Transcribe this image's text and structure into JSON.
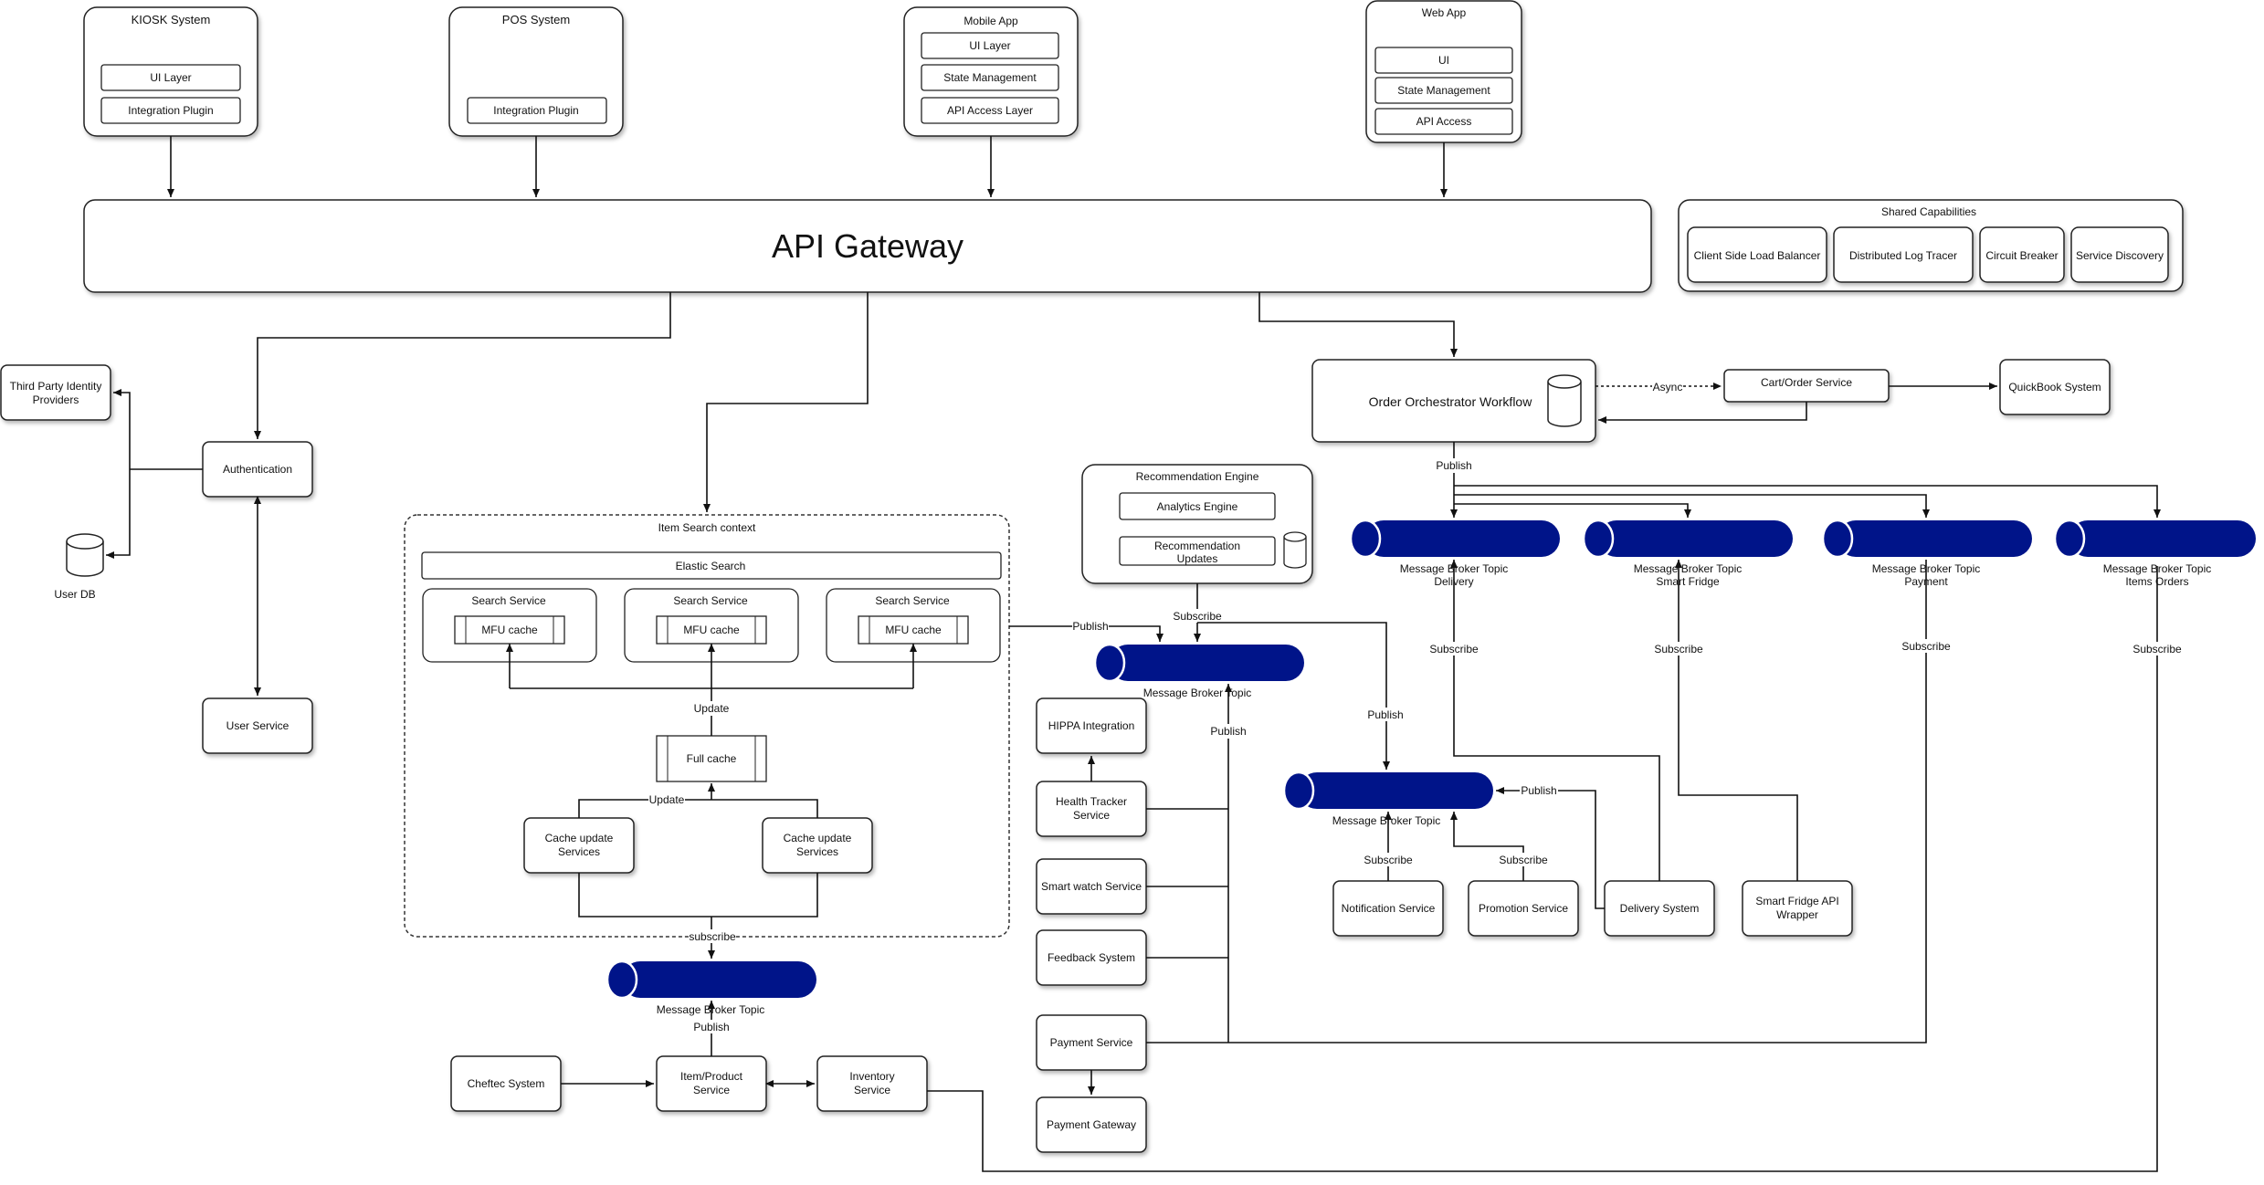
{
  "clients": {
    "kiosk": {
      "title": "KIOSK System",
      "items": [
        "UI Layer",
        "Integration Plugin"
      ]
    },
    "pos": {
      "title": "POS System",
      "items": [
        "Integration Plugin"
      ]
    },
    "mobile": {
      "title": "Mobile App",
      "items": [
        "UI Layer",
        "State Management",
        "API Access Layer"
      ]
    },
    "web": {
      "title": "Web App",
      "items": [
        "UI",
        "State Management",
        "API Access"
      ]
    }
  },
  "gateway": {
    "title": "API Gateway"
  },
  "shared": {
    "title": "Shared Capabilities",
    "items": [
      "Client Side Load Balancer",
      "Distributed Log Tracer",
      "Circuit Breaker",
      "Service Discovery"
    ]
  },
  "identity": {
    "third_party_line1": "Third Party Identity",
    "third_party_line2": "Providers",
    "authentication": "Authentication",
    "user_db": "User DB",
    "user_service": "User Service"
  },
  "item_search": {
    "title": "Item Search context",
    "elastic": "Elastic Search",
    "search_service": "Search Service",
    "mfu_cache": "MFU cache",
    "full_cache": "Full cache",
    "cache_update_line1": "Cache update",
    "cache_update_line2": "Services",
    "update": "Update",
    "subscribe": "subscribe"
  },
  "inventory_side": {
    "topic": "Message Broker Topic",
    "publish": "Publish",
    "cheftec": "Cheftec System",
    "item_product_line1": "Item/Product",
    "item_product_line2": "Service",
    "inventory_line1": "Inventory",
    "inventory_line2": "Service"
  },
  "recommendation": {
    "title": "Recommendation Engine",
    "analytics": "Analytics Engine",
    "updates_line1": "Recommendation",
    "updates_line2": "Updates",
    "topic": "Message Broker Topic",
    "publish": "Publish",
    "subscribe": "Subscribe"
  },
  "health": {
    "hippa": "HIPPA Integration",
    "tracker_line1": "Health Tracker",
    "tracker_line2": "Service",
    "smartwatch": "Smart watch Service",
    "feedback": "Feedback System",
    "payment": "Payment Service",
    "payment_gateway": "Payment Gateway"
  },
  "orders": {
    "orchestrator": "Order Orchestrator Workflow",
    "async": "Async",
    "cart": "Cart/Order Service",
    "quickbook": "QuickBook System",
    "publish": "Publish",
    "subscribe": "Subscribe",
    "topics": [
      {
        "line1": "Message Broker Topic",
        "line2": "Delivery"
      },
      {
        "line1": "Message Broker Topic",
        "line2": "Smart Fridge"
      },
      {
        "line1": "Message Broker Topic",
        "line2": "Payment"
      },
      {
        "line1": "Message Broker Topic",
        "line2": "Items Orders"
      }
    ],
    "notify_topic": "Message Broker Topic",
    "notification": "Notification Service",
    "promotion": "Promotion Service",
    "delivery": "Delivery System",
    "fridge_line1": "Smart Fridge API",
    "fridge_line2": "Wrapper"
  }
}
